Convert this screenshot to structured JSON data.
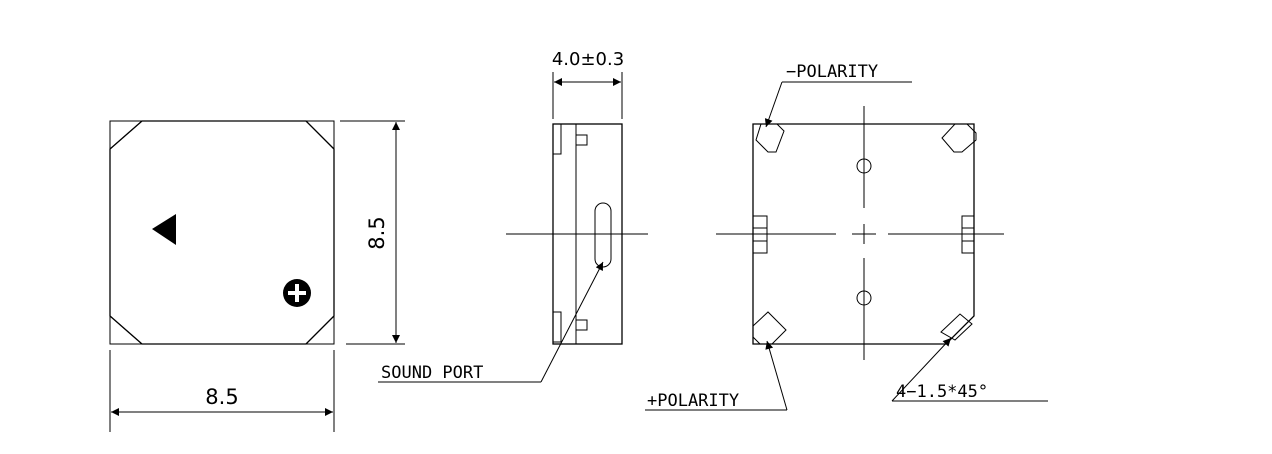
{
  "dimensions": {
    "front_width": "8.5",
    "front_height": "8.5",
    "side_thickness": "4.0±0.3"
  },
  "labels": {
    "sound_port": "SOUND PORT",
    "neg_polarity": "−POLARITY",
    "pos_polarity": "+POLARITY",
    "chamfer": "4−1.5*45°"
  },
  "symbols": {
    "front_left": "triangle-icon",
    "front_right": "plus-circle-icon"
  },
  "colors": {
    "ink": "#000000",
    "background": "#ffffff"
  }
}
